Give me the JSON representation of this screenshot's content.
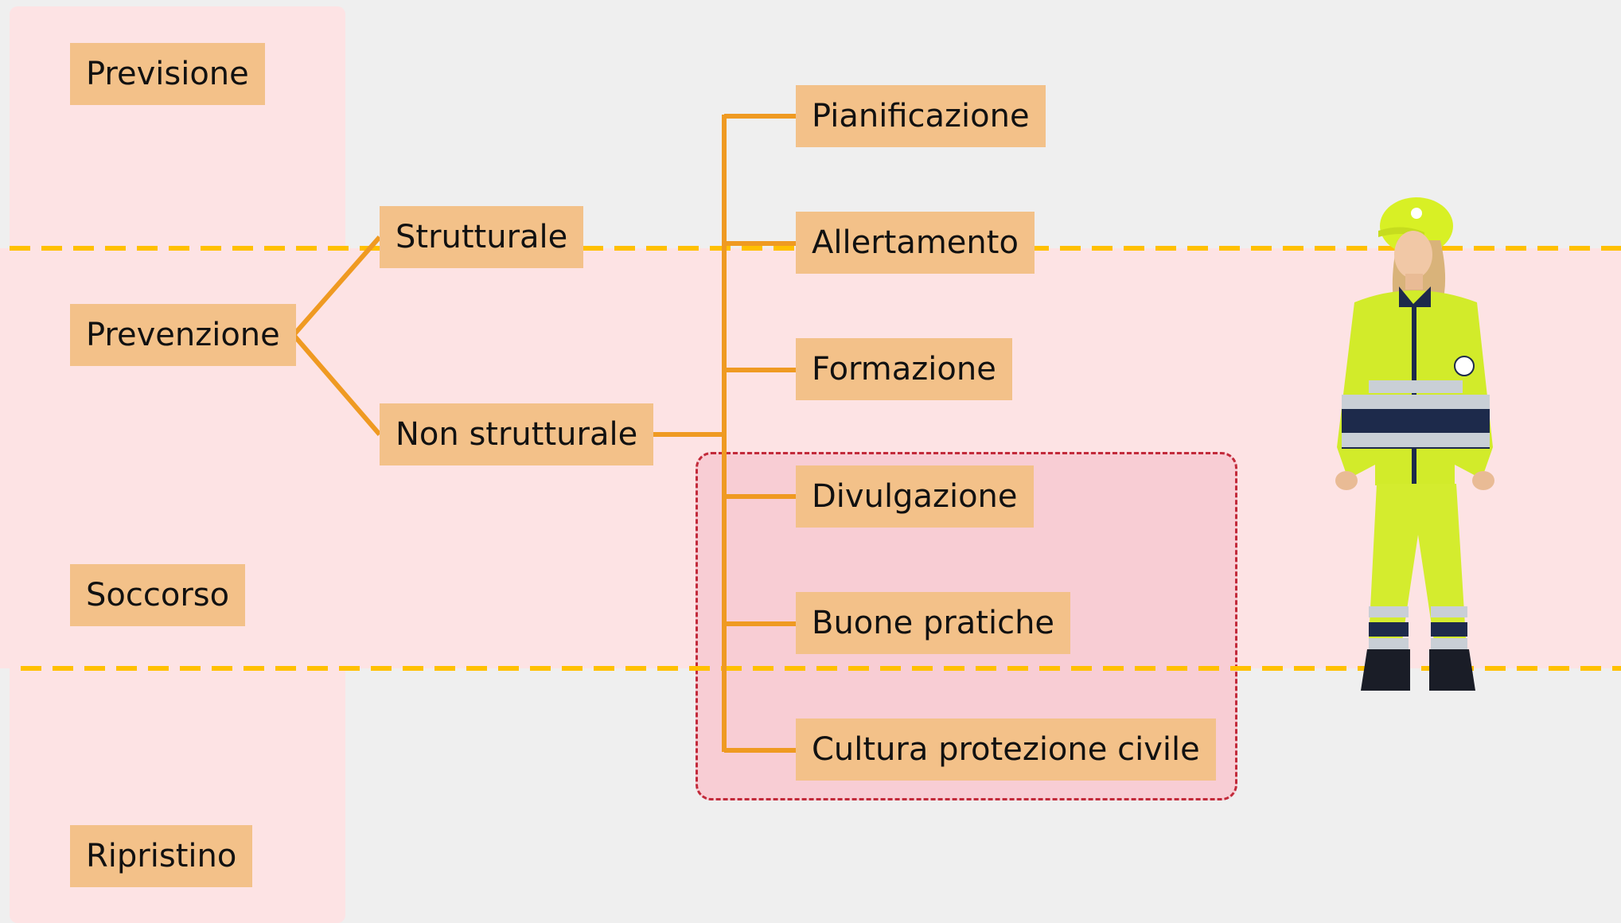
{
  "phases": [
    "Previsione",
    "Prevenzione",
    "Soccorso",
    "Ripristino"
  ],
  "prevention_types": [
    "Strutturale",
    "Non strutturale"
  ],
  "non_structural_actions": [
    "Pianificazione",
    "Allertamento",
    "Formazione",
    "Divulgazione",
    "Buone pratiche",
    "Cultura protezione civile"
  ],
  "colors": {
    "box_fill": "#f3c189",
    "connector": "#ef9a22",
    "dashed_separator": "#ffc000",
    "band": "#fde3e4",
    "highlight_border": "#c22a3a",
    "highlight_fill": "#f8cdd4"
  },
  "illustration": "civil-protection-volunteer"
}
